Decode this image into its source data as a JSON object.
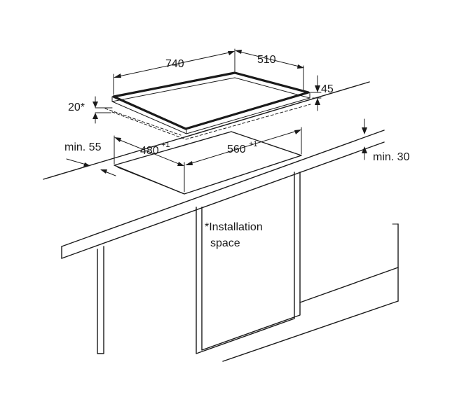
{
  "dimensions": {
    "width": "740",
    "depth": "510",
    "height": "45",
    "installation_space": "20*",
    "cutout_depth": "480",
    "cutout_depth_tol": "+1",
    "cutout_width": "560",
    "cutout_width_tol": "+1",
    "min_front": "min. 55",
    "min_top": "min. 30"
  },
  "note": {
    "line1": "*Installation",
    "line2": "space"
  }
}
